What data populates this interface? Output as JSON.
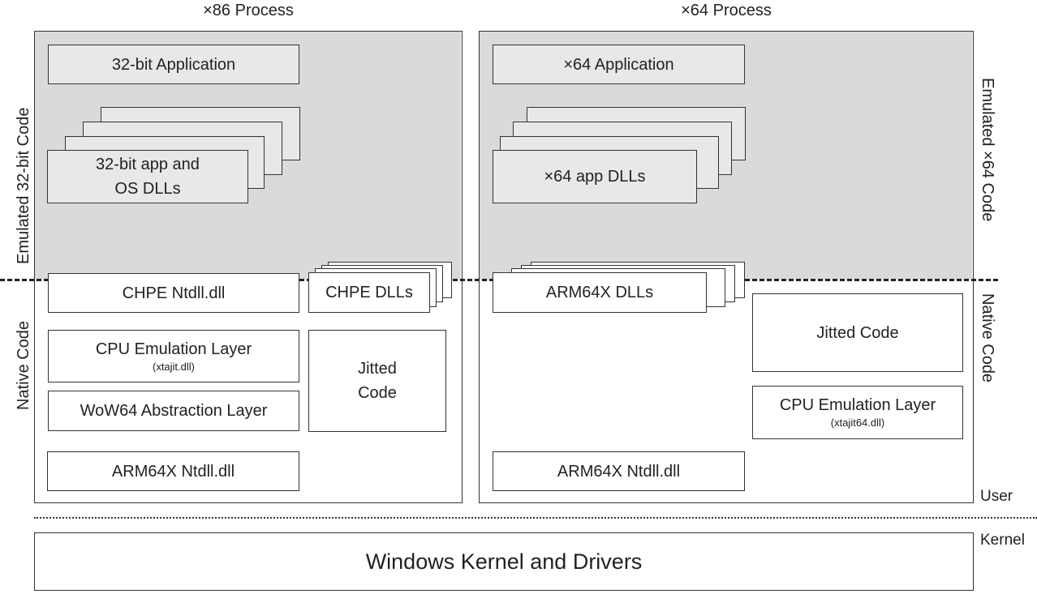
{
  "x86_process": {
    "title": "×86 Process",
    "emulated_label": "Emulated 32-bit Code",
    "native_label": "Native Code",
    "app": "32-bit Application",
    "app_dlls_line1": "32-bit app and",
    "app_dlls_line2": "OS DLLs",
    "chpe_ntdll": "CHPE Ntdll.dll",
    "chpe_dlls": "CHPE DLLs",
    "cpu_emulation": "CPU Emulation Layer",
    "cpu_emulation_dll": "(xtajit.dll)",
    "jitted_line1": "Jitted",
    "jitted_line2": "Code",
    "wow64": "WoW64 Abstraction Layer",
    "arm64x_ntdll": "ARM64X Ntdll.dll"
  },
  "x64_process": {
    "title": "×64 Process",
    "emulated_label": "Emulated ×64 Code",
    "native_label": "Native Code",
    "app": "×64 Application",
    "app_dlls": "×64 app DLLs",
    "arm64x_dlls": "ARM64X DLLs",
    "jitted": "Jitted Code",
    "cpu_emulation": "CPU Emulation Layer",
    "cpu_emulation_dll": "(xtajit64.dll)",
    "arm64x_ntdll": "ARM64X Ntdll.dll"
  },
  "modes": {
    "user": "User",
    "kernel": "Kernel"
  },
  "kernel": {
    "label": "Windows Kernel and Drivers"
  }
}
